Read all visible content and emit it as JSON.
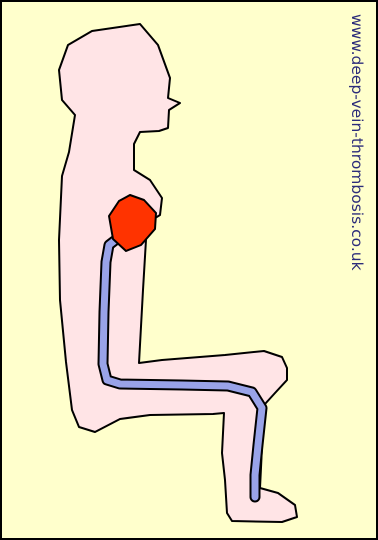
{
  "diagram": {
    "site_url": "www.deep-vein-thrombosis.co.uk",
    "colors": {
      "background": "#ffffcc",
      "body_fill": "#ffe4e6",
      "outline": "#000000",
      "vein_fill": "#99a3e8",
      "clot_fill": "#ff3300",
      "text": "#2c2c7a"
    },
    "elements": {
      "figure": "seated-person-silhouette",
      "vessel": "arm-to-leg-vein",
      "clot": "blood-clot-shape"
    }
  }
}
